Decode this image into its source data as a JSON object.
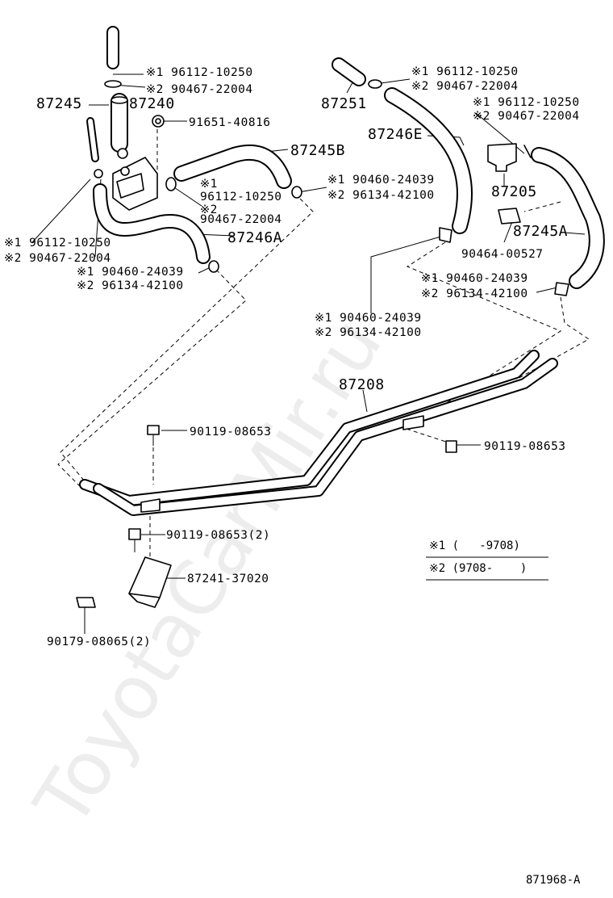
{
  "watermark": "ToyotaCarMir.ru",
  "diagram_code": "871968-A",
  "legend": {
    "line1": "※1 (   -9708)",
    "line2": "※2 (9708-    )"
  },
  "labels": {
    "p87245": "87245",
    "p87240": "87240",
    "p87245b": "87245B",
    "p87246a": "87246A",
    "p87251": "87251",
    "p87246e": "87246E",
    "p87205": "87205",
    "p87245a": "87245A",
    "p87208": "87208",
    "clamp_tl_1": "※1 96112-10250",
    "clamp_tl_2": "※2 90467-22004",
    "p91651": "91651-40816",
    "clamp_mid_1a": "※1",
    "clamp_mid_1b": "96112-10250",
    "clamp_mid_2a": "※2",
    "clamp_mid_2b": "90467-22004",
    "clip_ml_1": "※1 90460-24039",
    "clip_ml_2": "※2 96134-42100",
    "clamp_left_1": "※1 96112-10250",
    "clamp_left_2": "※2 90467-22004",
    "clip_left_1": "※1 90460-24039",
    "clip_left_2": "※2 96134-42100",
    "clamp_tr_1": "※1 96112-10250",
    "clamp_tr_2": "※2 90467-22004",
    "clamp_r_1": "※1 96112-10250",
    "clamp_r_2": "※2 90467-22004",
    "p90464": "90464-00527",
    "clip_r_1": "※1 90460-24039",
    "clip_r_2": "※2 96134-42100",
    "clip_c_1": "※1 90460-24039",
    "clip_c_2": "※2 96134-42100",
    "bolt_a": "90119-08653",
    "bolt_b": "90119-08653",
    "bolt_c": "90119-08653(2)",
    "p87241": "87241-37020",
    "p90179": "90179-08065(2)"
  }
}
